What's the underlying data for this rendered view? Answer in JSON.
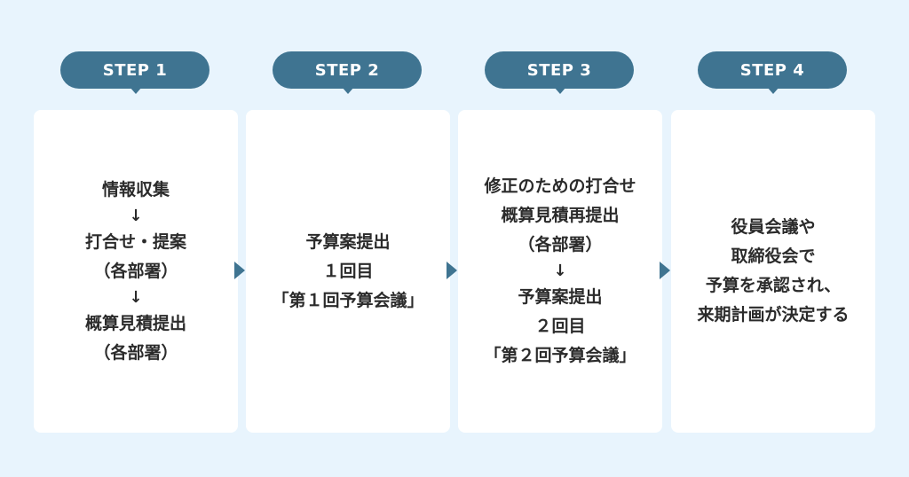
{
  "steps": [
    {
      "label": "STEP 1",
      "items": [
        {
          "type": "text",
          "text": "情報収集"
        },
        {
          "type": "arrow",
          "text": "↓"
        },
        {
          "type": "text",
          "text": "打合せ・提案"
        },
        {
          "type": "text",
          "text": "（各部署）"
        },
        {
          "type": "arrow",
          "text": "↓"
        },
        {
          "type": "text",
          "text": "概算見積提出"
        },
        {
          "type": "text",
          "text": "（各部署）"
        }
      ]
    },
    {
      "label": "STEP 2",
      "items": [
        {
          "type": "text",
          "text": "予算案提出"
        },
        {
          "type": "text",
          "text": "１回目"
        },
        {
          "type": "text",
          "text": "「第１回予算会議」"
        }
      ]
    },
    {
      "label": "STEP 3",
      "items": [
        {
          "type": "text",
          "text": "修正のための打合せ"
        },
        {
          "type": "text",
          "text": "概算見積再提出"
        },
        {
          "type": "text",
          "text": "（各部署）"
        },
        {
          "type": "arrow",
          "text": "↓"
        },
        {
          "type": "text",
          "text": "予算案提出"
        },
        {
          "type": "text",
          "text": "２回目"
        },
        {
          "type": "text",
          "text": "「第２回予算会議」"
        }
      ]
    },
    {
      "label": "STEP 4",
      "items": [
        {
          "type": "text",
          "text": "役員会議や"
        },
        {
          "type": "text",
          "text": "取締役会で"
        },
        {
          "type": "text",
          "text": "予算を承認され、"
        },
        {
          "type": "text",
          "text": "来期計画が決定する"
        }
      ]
    }
  ],
  "colors": {
    "background": "#e8f4fd",
    "accent": "#3f7491",
    "card": "#ffffff",
    "text": "#2b2b2b"
  }
}
